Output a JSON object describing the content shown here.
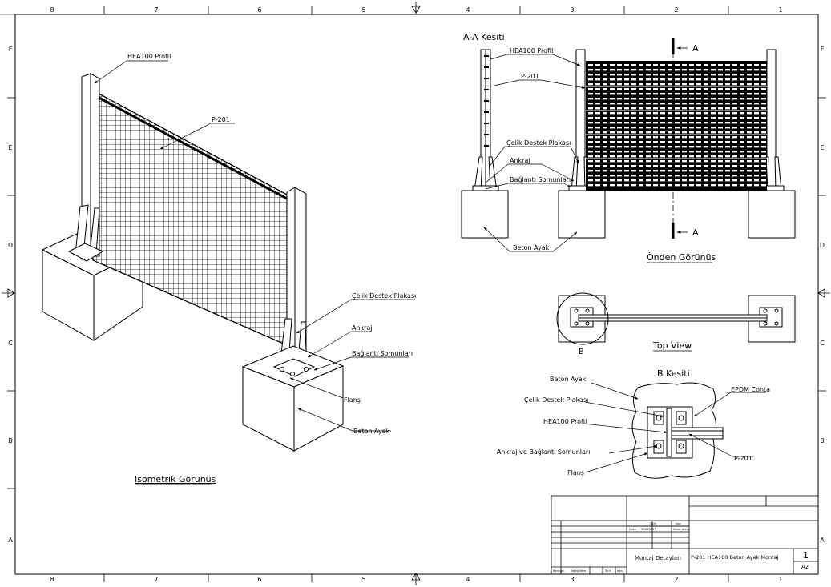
{
  "sheet": {
    "col_labels": [
      "8",
      "7",
      "6",
      "5",
      "4",
      "3",
      "2",
      "1"
    ],
    "row_labels": [
      "F",
      "E",
      "D",
      "C",
      "B",
      "A"
    ]
  },
  "iso": {
    "title": "Isometrik Görünüs",
    "labels": {
      "profile": "HEA100 Profil",
      "panel": "P-201",
      "plate": "Çelik Destek Plakası",
      "anchor": "Ankraj",
      "nuts": "Bağlantı Somunları",
      "flange": "Flanş",
      "base": "Beton Ayak"
    }
  },
  "section_aa": {
    "title": "A-A Kesiti",
    "labels": {
      "profile": "HEA100 Profil",
      "panel": "P-201",
      "plate": "Çelik Destek Plakası",
      "anchor": "Ankraj",
      "nuts": "Bağlantı Somunları",
      "base": "Beton Ayak"
    },
    "cut_marker": "A"
  },
  "front": {
    "title": "Önden Görünüs"
  },
  "top": {
    "title": "Top View",
    "detail_marker": "B"
  },
  "section_b": {
    "title": "B Kesiti",
    "labels": {
      "base": "Beton Ayak",
      "gasket": "EPDM Conta",
      "plate": "Çelik Destek Plakası",
      "profile": "HEA100 Profil",
      "panel": "P-201",
      "anchor_nuts": "Ankraj ve Bağlantı Somunları",
      "flange": "Flanş"
    }
  },
  "title_block": {
    "head_date": "Tarih",
    "head_name": "İsim",
    "row_label": "Çizen",
    "date": "30.03.2017",
    "drawn_by": "Hasan Arslan",
    "cell_desc": "Montaj Detayları",
    "drawing_title": "P-201 HEA100 Beton Ayak Montaj",
    "sheet_no": "1",
    "paper": "A2",
    "rev_headers": [
      "Revizyon",
      "Değişiklikler",
      "Tarih",
      "İsim"
    ]
  }
}
